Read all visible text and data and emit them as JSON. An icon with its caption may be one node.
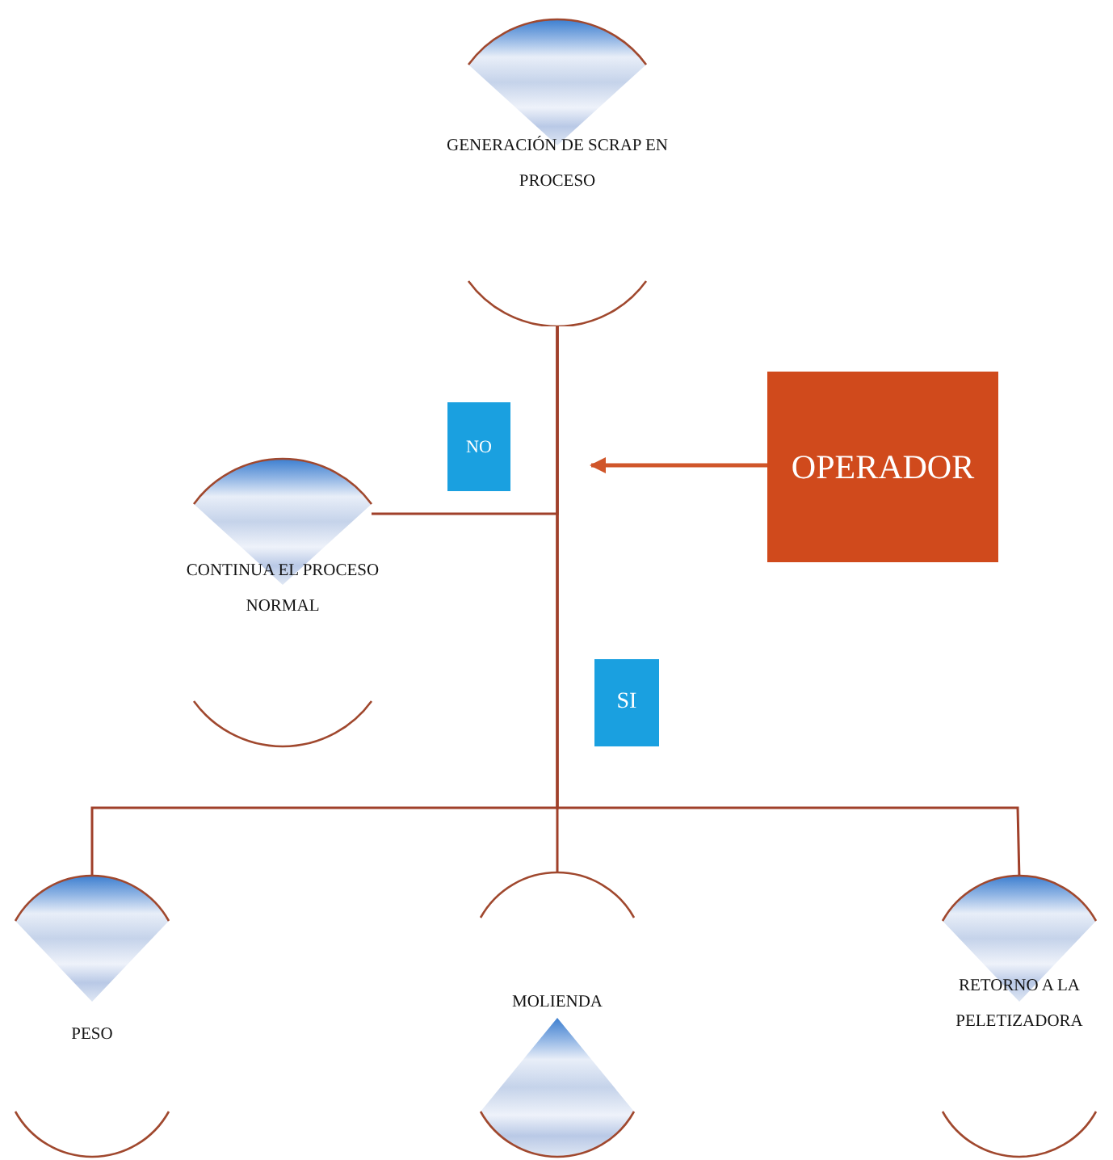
{
  "diagram": {
    "nodes": [
      {
        "text": [
          "GENERACIÓN  DE SCRAP EN PROCESO"
        ]
      },
      {
        "text": [
          "NO"
        ]
      },
      {
        "text": [
          "OPERADOR"
        ]
      },
      {
        "text": [
          "CONTINUA EL PROCESO NORMAL"
        ]
      },
      {
        "text": [
          "SI"
        ]
      },
      {
        "text": [
          "PESO"
        ]
      },
      {
        "text": [
          "MOLIENDA"
        ]
      },
      {
        "text": [
          "RETORNO A LA PELETIZADORA"
        ]
      }
    ],
    "edges": [
      {
        "from": 0,
        "to": 3,
        "arrow": "none"
      },
      {
        "from": 2,
        "to": null,
        "arrow": "to",
        "color": "#d0562a"
      },
      {
        "from": 0,
        "to": 5,
        "arrow": "none"
      },
      {
        "from": 0,
        "to": 6,
        "arrow": "none"
      },
      {
        "from": 0,
        "to": 7,
        "arrow": "none"
      }
    ]
  }
}
